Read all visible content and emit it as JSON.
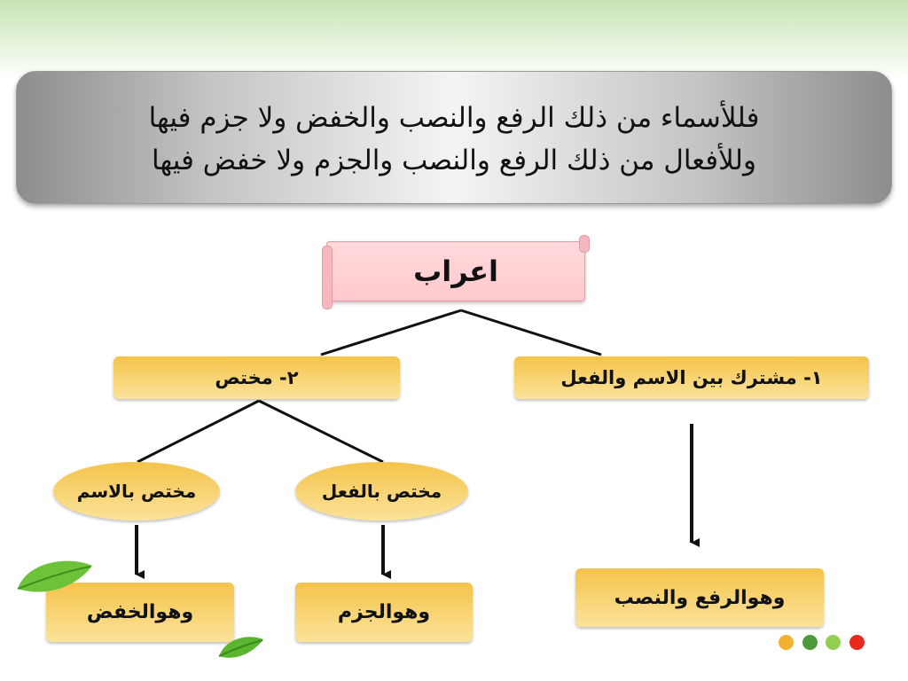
{
  "banner": {
    "line1": "فللأسماء من ذلك الرفع والنصب والخفض ولا جزم فيها",
    "line2": "وللأفعال من ذلك الرفع والنصب والجزم ولا خفض فيها"
  },
  "root": {
    "label": "اعراب"
  },
  "branches": {
    "shared": "١- مشترك بين الاسم والفعل",
    "specific": "٢- مختص"
  },
  "sub": {
    "verb": "مختص بالفعل",
    "noun": "مختص بالاسم"
  },
  "results": {
    "shared": "وهوالرفع والنصب",
    "verb": "وهوالجزم",
    "noun": "وهوالخفض"
  },
  "colors": {
    "box_top": "#f5c34a",
    "box_bottom": "#fbe39b",
    "scroll": "#ffc9cd",
    "dots": [
      "#f2b12e",
      "#4c9a3c",
      "#8fd14f",
      "#e8291e"
    ]
  },
  "icons": [
    "leaf-icon",
    "leaf-icon"
  ]
}
